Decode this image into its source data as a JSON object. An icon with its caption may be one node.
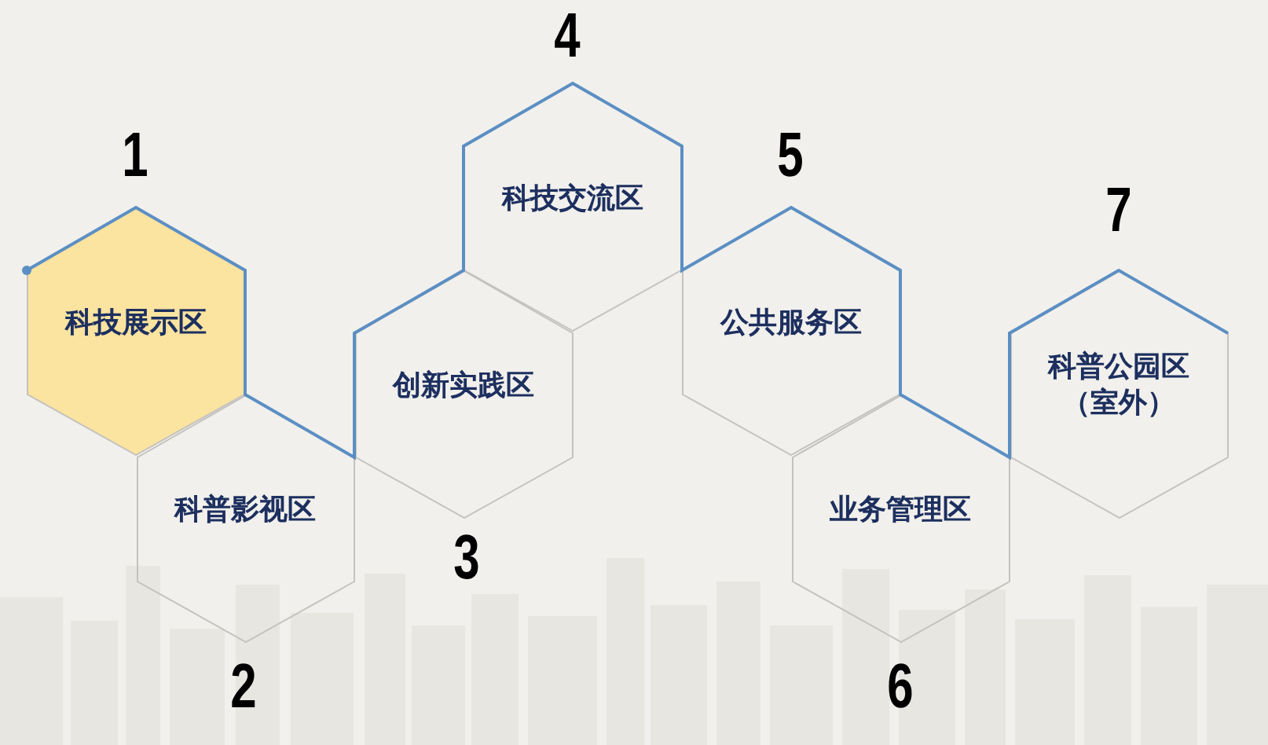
{
  "diagram": {
    "nodes": [
      {
        "text": [
          "科技展示区"
        ],
        "beside": [
          "1"
        ]
      },
      {
        "text": [
          "科普影视区"
        ],
        "beside": [
          "2"
        ]
      },
      {
        "text": [
          "创新实践区"
        ],
        "beside": [
          "3"
        ]
      },
      {
        "text": [
          "科技交流区"
        ],
        "beside": [
          "4"
        ]
      },
      {
        "text": [
          "公共服务区"
        ],
        "beside": [
          "5"
        ]
      },
      {
        "text": [
          "业务管理区"
        ],
        "beside": [
          "6"
        ]
      },
      {
        "text": [
          "科普公园区（室外）"
        ],
        "beside": [
          "7"
        ]
      }
    ]
  }
}
